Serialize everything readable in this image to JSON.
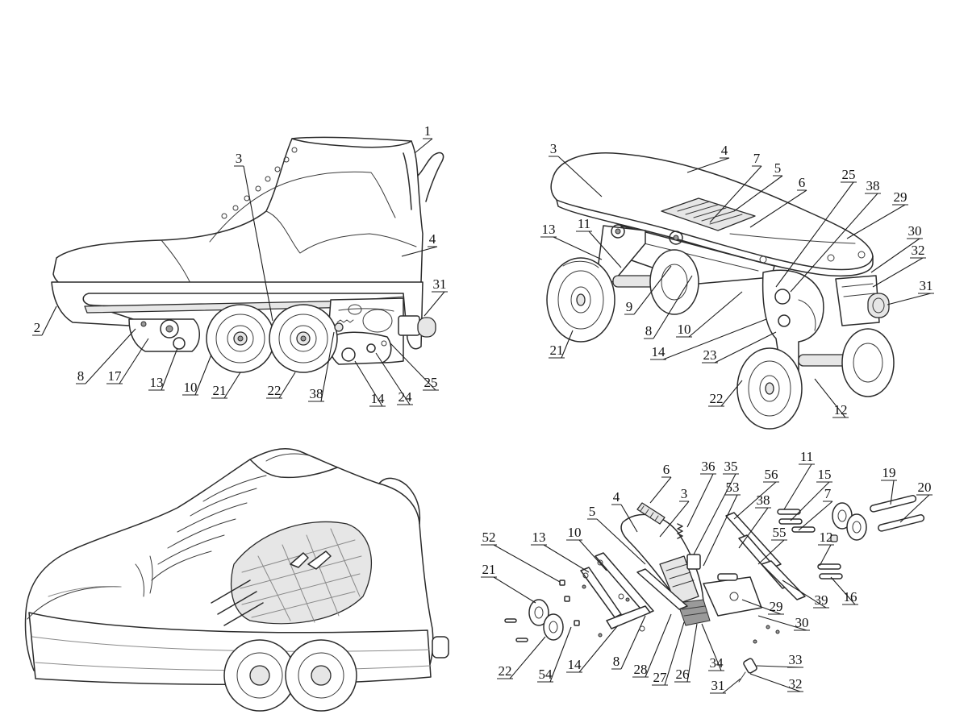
{
  "palette": {
    "ink": "#2b2b2b",
    "paper": "#ffffff",
    "shade": "#e6e6e6"
  },
  "views": [
    {
      "id": "side-view",
      "labels": [
        "1",
        "2",
        "3",
        "4",
        "31",
        "8",
        "17",
        "13",
        "10",
        "21",
        "22",
        "38",
        "14",
        "24",
        "25"
      ]
    },
    {
      "id": "mechanism-perspective",
      "labels": [
        "3",
        "4",
        "7",
        "5",
        "6",
        "25",
        "38",
        "29",
        "30",
        "32",
        "31",
        "13",
        "11",
        "9",
        "8",
        "10",
        "14",
        "23",
        "21",
        "22",
        "12"
      ]
    },
    {
      "id": "shoe-rendering",
      "labels": []
    },
    {
      "id": "exploded-view",
      "labels": [
        "6",
        "36",
        "35",
        "56",
        "11",
        "15",
        "19",
        "20",
        "4",
        "3",
        "53",
        "38",
        "7",
        "5",
        "10",
        "13",
        "55",
        "12",
        "52",
        "21",
        "39",
        "16",
        "29",
        "30",
        "14",
        "8",
        "28",
        "27",
        "26",
        "34",
        "33",
        "32",
        "31",
        "22",
        "54"
      ]
    }
  ]
}
